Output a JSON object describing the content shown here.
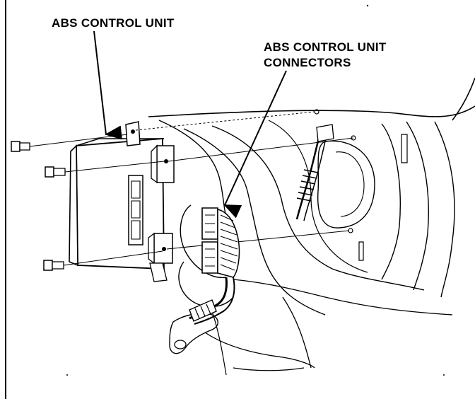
{
  "labels": {
    "abs_control_unit": "ABS CONTROL UNIT",
    "connectors_line1": "ABS CONTROL UNIT",
    "connectors_line2": "CONNECTORS"
  },
  "colors": {
    "ink": "#000000",
    "paper": "#ffffff"
  }
}
